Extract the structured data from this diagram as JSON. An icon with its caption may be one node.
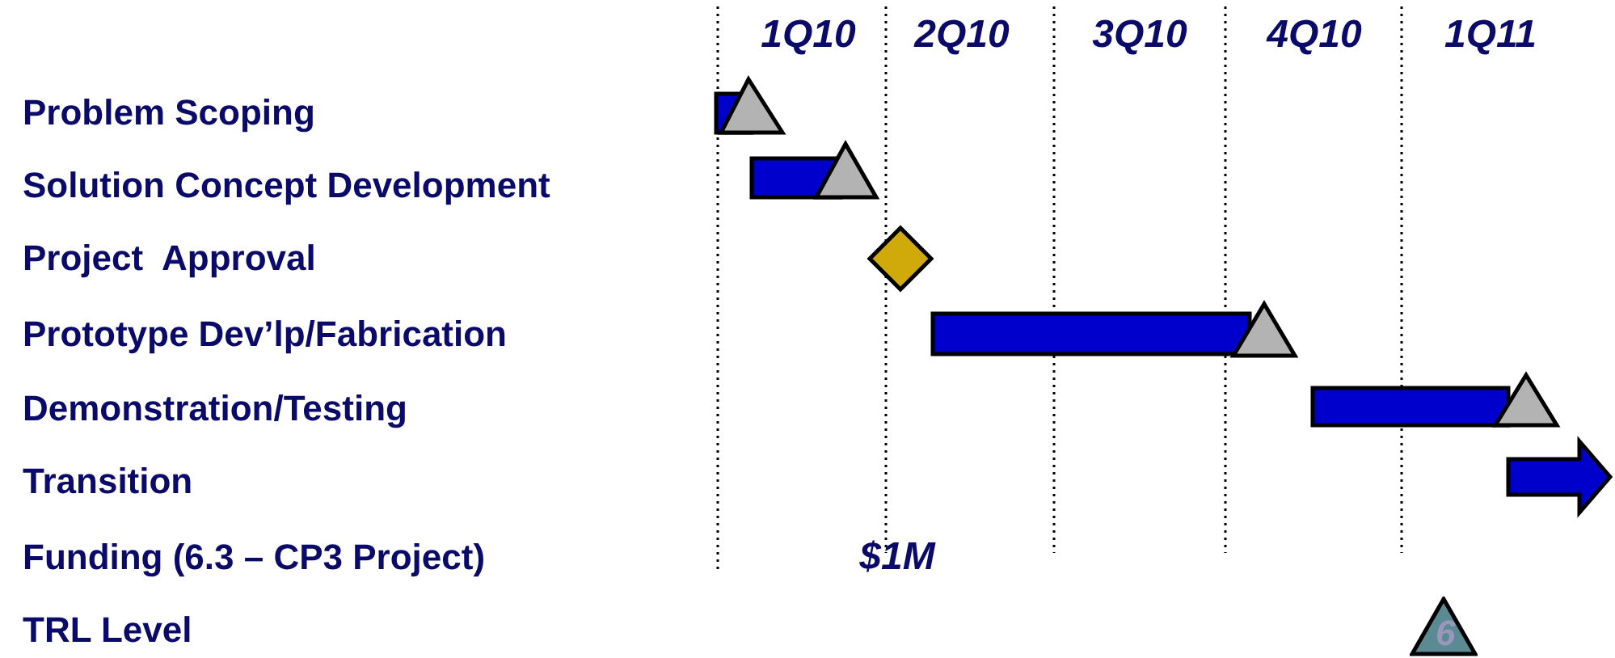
{
  "diagram": {
    "nodes": [
      {
        "text": [
          "6"
        ]
      }
    ],
    "labels": [
      "1Q10",
      "2Q10",
      "3Q10",
      "4Q10",
      "1Q11",
      "Problem Scoping",
      "Solution Concept Development",
      "Project  Approval",
      "Prototype Dev’lp/Fabrication",
      "Demonstration/Testing",
      "Transition",
      "Funding (6.3 – CP3 Project)",
      "$1M",
      "TRL Level"
    ]
  }
}
